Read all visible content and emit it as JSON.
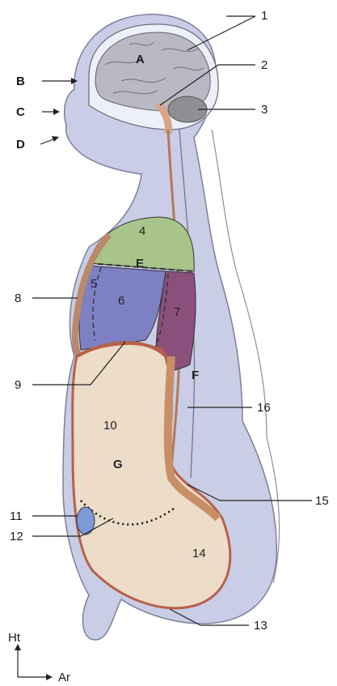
{
  "diagram": {
    "numbered_labels": {
      "n1": "1",
      "n2": "2",
      "n3": "3",
      "n8": "8",
      "n9": "9",
      "n11": "11",
      "n12": "12",
      "n13": "13",
      "n15": "15",
      "n16": "16"
    },
    "lettered_pointers": {
      "B": "B",
      "C": "C",
      "D": "D"
    },
    "region_labels": {
      "A": "A",
      "E": "E",
      "F": "F",
      "G": "G",
      "r4": "4",
      "r5": "5",
      "r6": "6",
      "r7": "7",
      "r10": "10",
      "r14": "14"
    },
    "axes": {
      "vertical": "Ht",
      "horizontal": "Ar"
    },
    "colors": {
      "skin": "#c9cde6",
      "brain": "#b9b8c4",
      "cerebellum": "#8e8e94",
      "region4": "#a9c48a",
      "region6": "#7d80c2",
      "region7": "#8a4f7a",
      "abdomen": "#ecdcc8",
      "spine": "#c88f66",
      "bladder": "#7e9bd8",
      "lining": "#b5614a"
    }
  }
}
